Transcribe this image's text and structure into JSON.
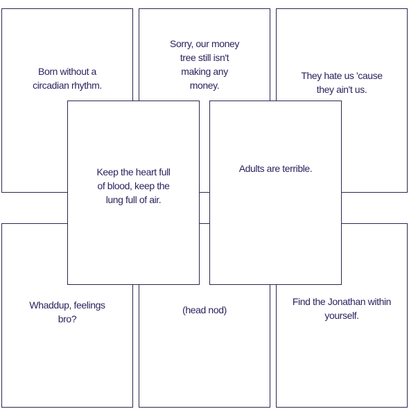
{
  "cards": {
    "born_without": "Born without a circadian rhythm.",
    "money_tree": "Sorry, our money tree still isn't making any money.",
    "hate_us": "They hate us 'cause they ain't us.",
    "whaddup": "Whaddup, feelings bro?",
    "head_nod": "(head nod)",
    "find_jonathan": "Find the Jonathan within yourself.",
    "heart_full": "Keep the heart full of blood, keep the lung full of air.",
    "adults": "Adults are terrible."
  },
  "colors": {
    "text": "#2b1f5c",
    "border": "#2b2550",
    "card_background": "#ffffff"
  }
}
